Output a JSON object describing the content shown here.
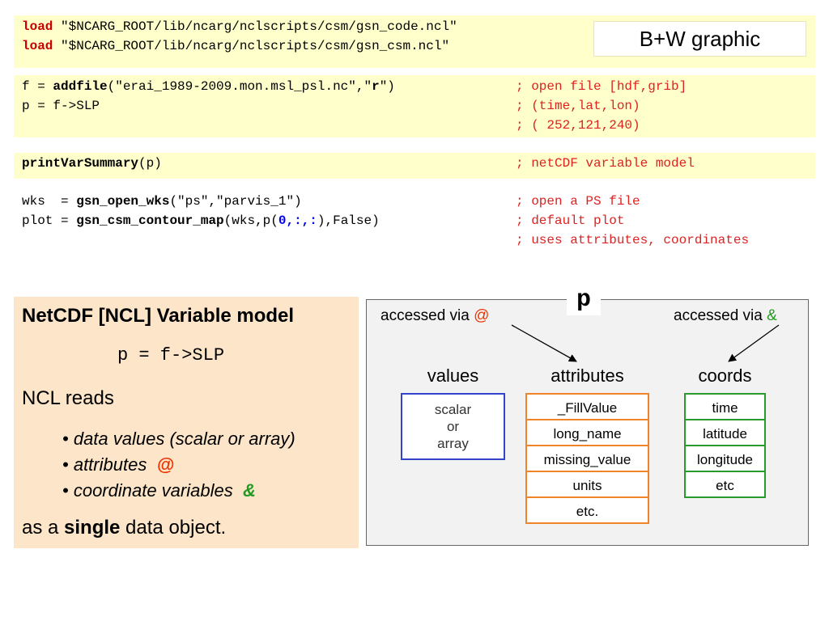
{
  "code": {
    "block1": {
      "lines": [
        {
          "kw": "load",
          "rest": " \"$NCARG_ROOT/lib/ncarg/nclscripts/csm/gsn_code.ncl\""
        },
        {
          "kw": "load",
          "rest": " \"$NCARG_ROOT/lib/ncarg/nclscripts/csm/gsn_csm.ncl\""
        }
      ],
      "badge": "B+W graphic"
    },
    "block2": {
      "line1": {
        "pre": "f = ",
        "fn": "addfile",
        "args1": "(\"erai_1989-2009.mon.msl_psl.nc\",\"",
        "mode": "r",
        "args2": "\")",
        "comment": "; open file [hdf,grib]"
      },
      "line2": {
        "text": "p = f->SLP",
        "comment": "; (time,lat,lon)"
      },
      "line3": {
        "comment": "; ( 252,121,240)"
      }
    },
    "block3": {
      "fn": "printVarSummary",
      "args": "(p)",
      "comment": "; netCDF variable model"
    },
    "block4": {
      "line1": {
        "pre": "wks  = ",
        "fn": "gsn_open_wks",
        "args": "(\"ps\",\"parvis_1\")",
        "comment": "; open a PS file"
      },
      "line2": {
        "pre": "plot = ",
        "fn": "gsn_csm_contour_map",
        "args_pre": "(wks,p(",
        "idx": "0,:,:",
        "args_post": "),False)",
        "comment": "; default plot"
      },
      "line3": {
        "comment": "; uses attributes, coordinates"
      }
    }
  },
  "model_panel": {
    "title": "NetCDF [NCL] Variable model",
    "expression": "p = f->SLP",
    "reads": "NCL reads",
    "bullets": [
      {
        "text": "data values (scalar or array)",
        "symbol": ""
      },
      {
        "text": "attributes",
        "symbol": "@"
      },
      {
        "text": "coordinate variables",
        "symbol": "&"
      }
    ],
    "closing_pre": "as a ",
    "closing_bold": "single",
    "closing_post": " data object."
  },
  "diagram": {
    "var_name": "p",
    "accessed_at_text": "accessed via ",
    "accessed_at_symbol": "@",
    "accessed_amp_text": "accessed via ",
    "accessed_amp_symbol": "&",
    "values_head": "values",
    "values_cell": [
      "scalar",
      "or",
      "array"
    ],
    "attributes_head": "attributes",
    "attributes": [
      "_FillValue",
      "long_name",
      "missing_value",
      "units",
      "etc."
    ],
    "coords_head": "coords",
    "coords": [
      "time",
      "latitude",
      "longitude",
      "etc"
    ],
    "colors": {
      "values": "#3344cc",
      "attributes": "#f0842a",
      "coords": "#2a9a2a",
      "at": "#ee3300",
      "amp": "#229922"
    }
  }
}
